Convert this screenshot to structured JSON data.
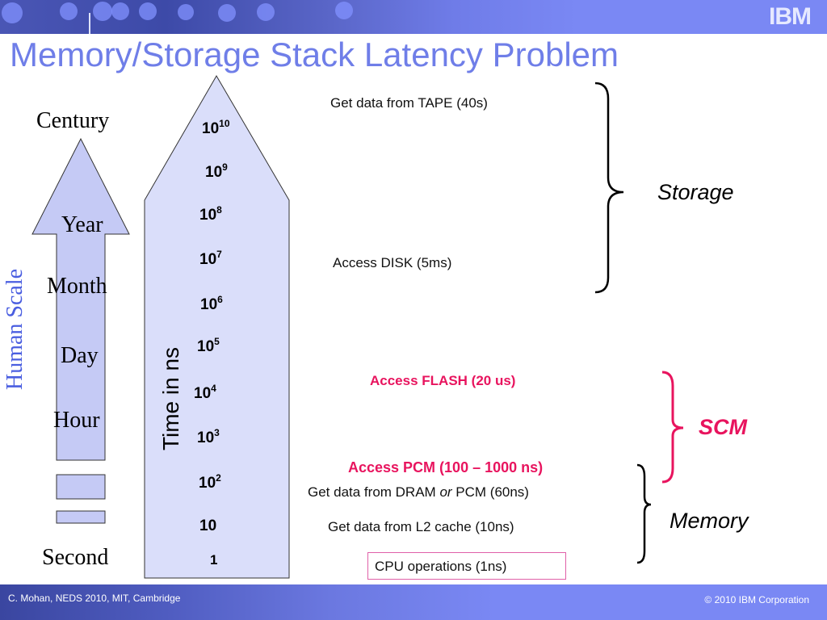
{
  "header": {
    "logo_text": "IBM",
    "title": "Memory/Storage Stack Latency Problem"
  },
  "human_scale": {
    "axis_label": "Human Scale",
    "labels": [
      "Century",
      "Year",
      "Month",
      "Day",
      "Hour",
      "Second"
    ]
  },
  "time_scale": {
    "axis_label": "Time  in  ns",
    "powers": [
      {
        "base": "10",
        "exp": "10"
      },
      {
        "base": "10",
        "exp": "9"
      },
      {
        "base": "10",
        "exp": "8"
      },
      {
        "base": "10",
        "exp": "7"
      },
      {
        "base": "10",
        "exp": "6"
      },
      {
        "base": "10",
        "exp": "5"
      },
      {
        "base": "10",
        "exp": "4"
      },
      {
        "base": "10",
        "exp": "3"
      },
      {
        "base": "10",
        "exp": "2"
      },
      {
        "base": "10",
        "exp": ""
      },
      {
        "base": "1",
        "exp": ""
      }
    ]
  },
  "operations": {
    "tape": "Get data from TAPE   (40s)",
    "disk": "Access  DISK   (5ms)",
    "flash": "Access FLASH (20 us)",
    "pcm": "Access  PCM (100 – 1000 ns)",
    "dram_prefix": "Get data from DRAM ",
    "dram_or": "or",
    "dram_suffix": " PCM (60ns)",
    "l2": "Get data from L2 cache (10ns)",
    "cpu": "CPU operations  (1ns)"
  },
  "categories": {
    "storage": "Storage",
    "scm": "SCM",
    "memory": "Memory"
  },
  "colors": {
    "title": "#6f7ee8",
    "scm_accent": "#e8145e",
    "arrow_fill_small": "#c5caf5",
    "arrow_fill_large": "#dadefa"
  },
  "footer": {
    "left": "C. Mohan, NEDS 2010, MIT, Cambridge",
    "right": "© 2010 IBM Corporation"
  }
}
